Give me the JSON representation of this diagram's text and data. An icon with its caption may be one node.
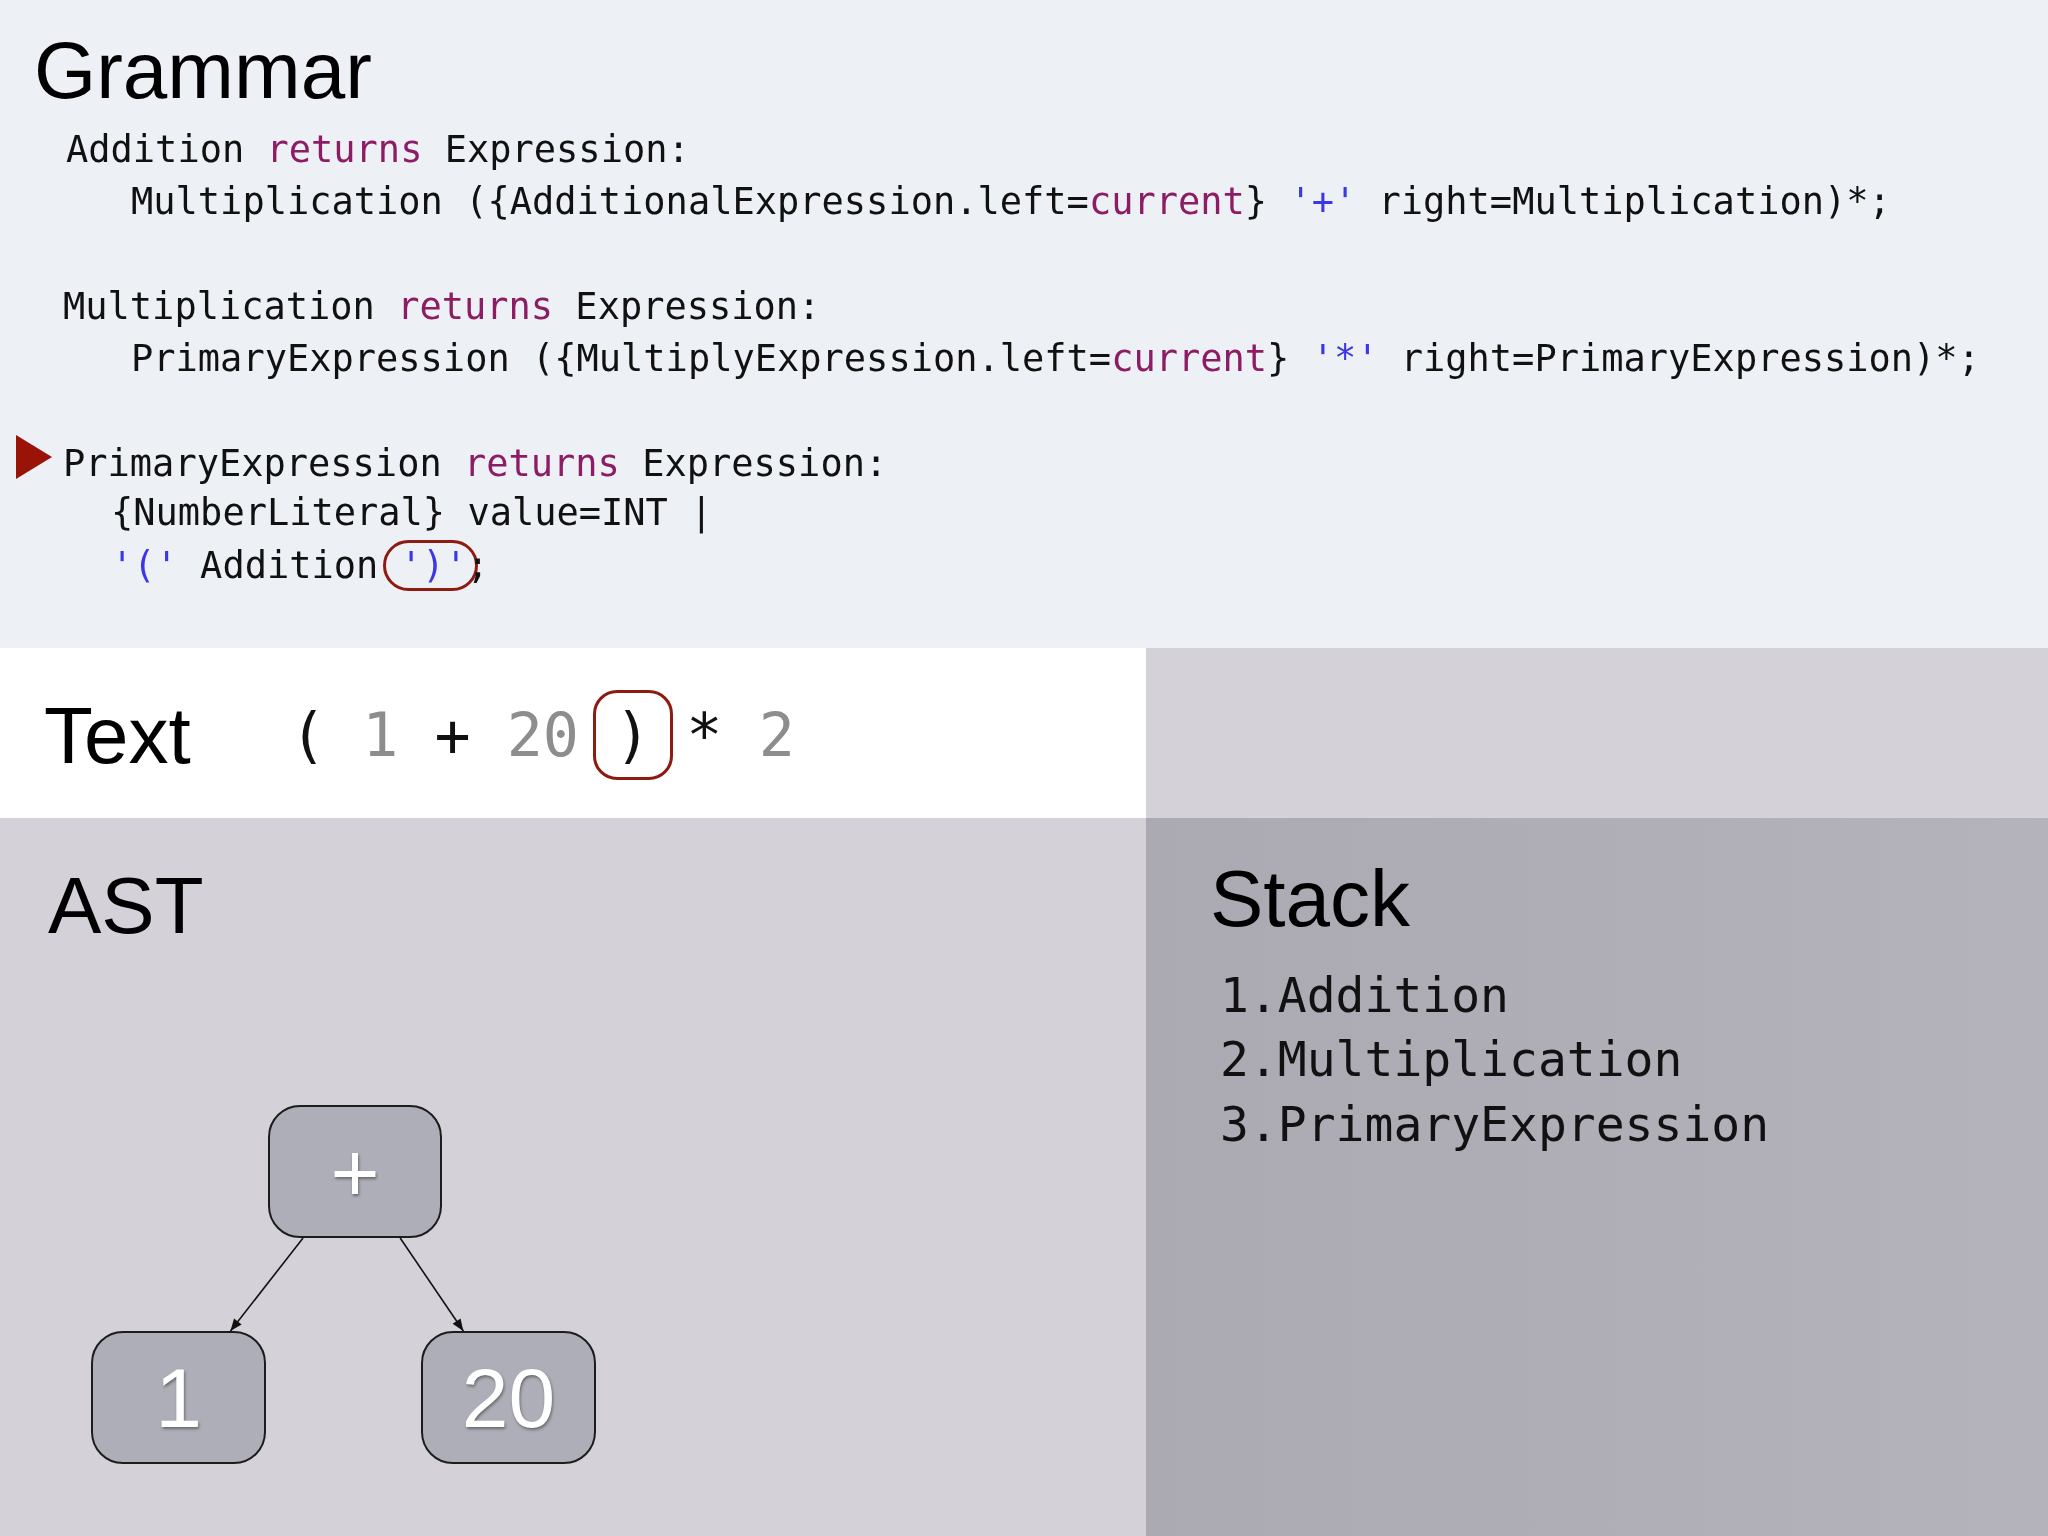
{
  "diagram": {
    "nodes": [
      {
        "text": [
          "Grammar",
          "Addition returns Expression:",
          "Multiplication ({AdditionalExpression.left=current} '+' right=Multiplication)*;",
          "Multiplication returns Expression:",
          "PrimaryExpression ({MultiplyExpression.left=current} '*' right=PrimaryExpression)*;",
          "PrimaryExpression returns Expression:",
          "{NumberLiteral} value=INT |",
          "'(' Addition ')';"
        ]
      },
      {
        "text": [
          "Text",
          "( 1 + 20 ) * 2"
        ]
      },
      {
        "text": [
          "AST"
        ]
      },
      {
        "text": [
          "+"
        ],
        "in": 2
      },
      {
        "text": [
          "1"
        ],
        "in": 2
      },
      {
        "text": [
          "20"
        ],
        "in": 2
      },
      {
        "text": [
          "Stack",
          "1.Addition",
          "2.Multiplication",
          "3.PrimaryExpression"
        ]
      }
    ],
    "edges": [
      {
        "from": 3,
        "to": 4,
        "arrow": "to"
      },
      {
        "from": 3,
        "to": 5,
        "arrow": "to"
      }
    ]
  }
}
